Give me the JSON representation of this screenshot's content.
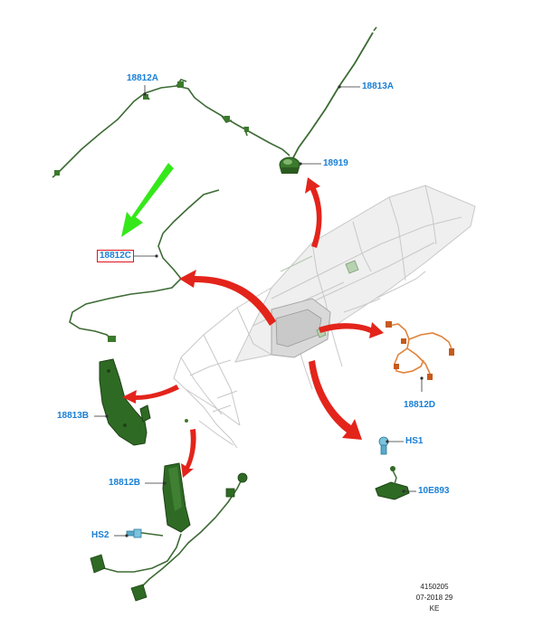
{
  "callouts": {
    "c18812A": "18812A",
    "c18813A": "18813A",
    "c18919": "18919",
    "c18812C": "18812C",
    "c18813B": "18813B",
    "c18812D": "18812D",
    "cHS1": "HS1",
    "c10E893": "10E893",
    "c18812B": "18812B",
    "cHS2": "HS2"
  },
  "footer": {
    "line1": "4150205",
    "line2": "07-2018 29",
    "line3": "KE"
  },
  "selected_callout": "18812C",
  "colors": {
    "callout_text": "#1a7fd6",
    "part_green": "#2f6a25",
    "arrow_red": "#e3241b",
    "pointer_green": "#35e81a",
    "harness_orange": "#e0833a",
    "selection_box": "#e0141e"
  }
}
